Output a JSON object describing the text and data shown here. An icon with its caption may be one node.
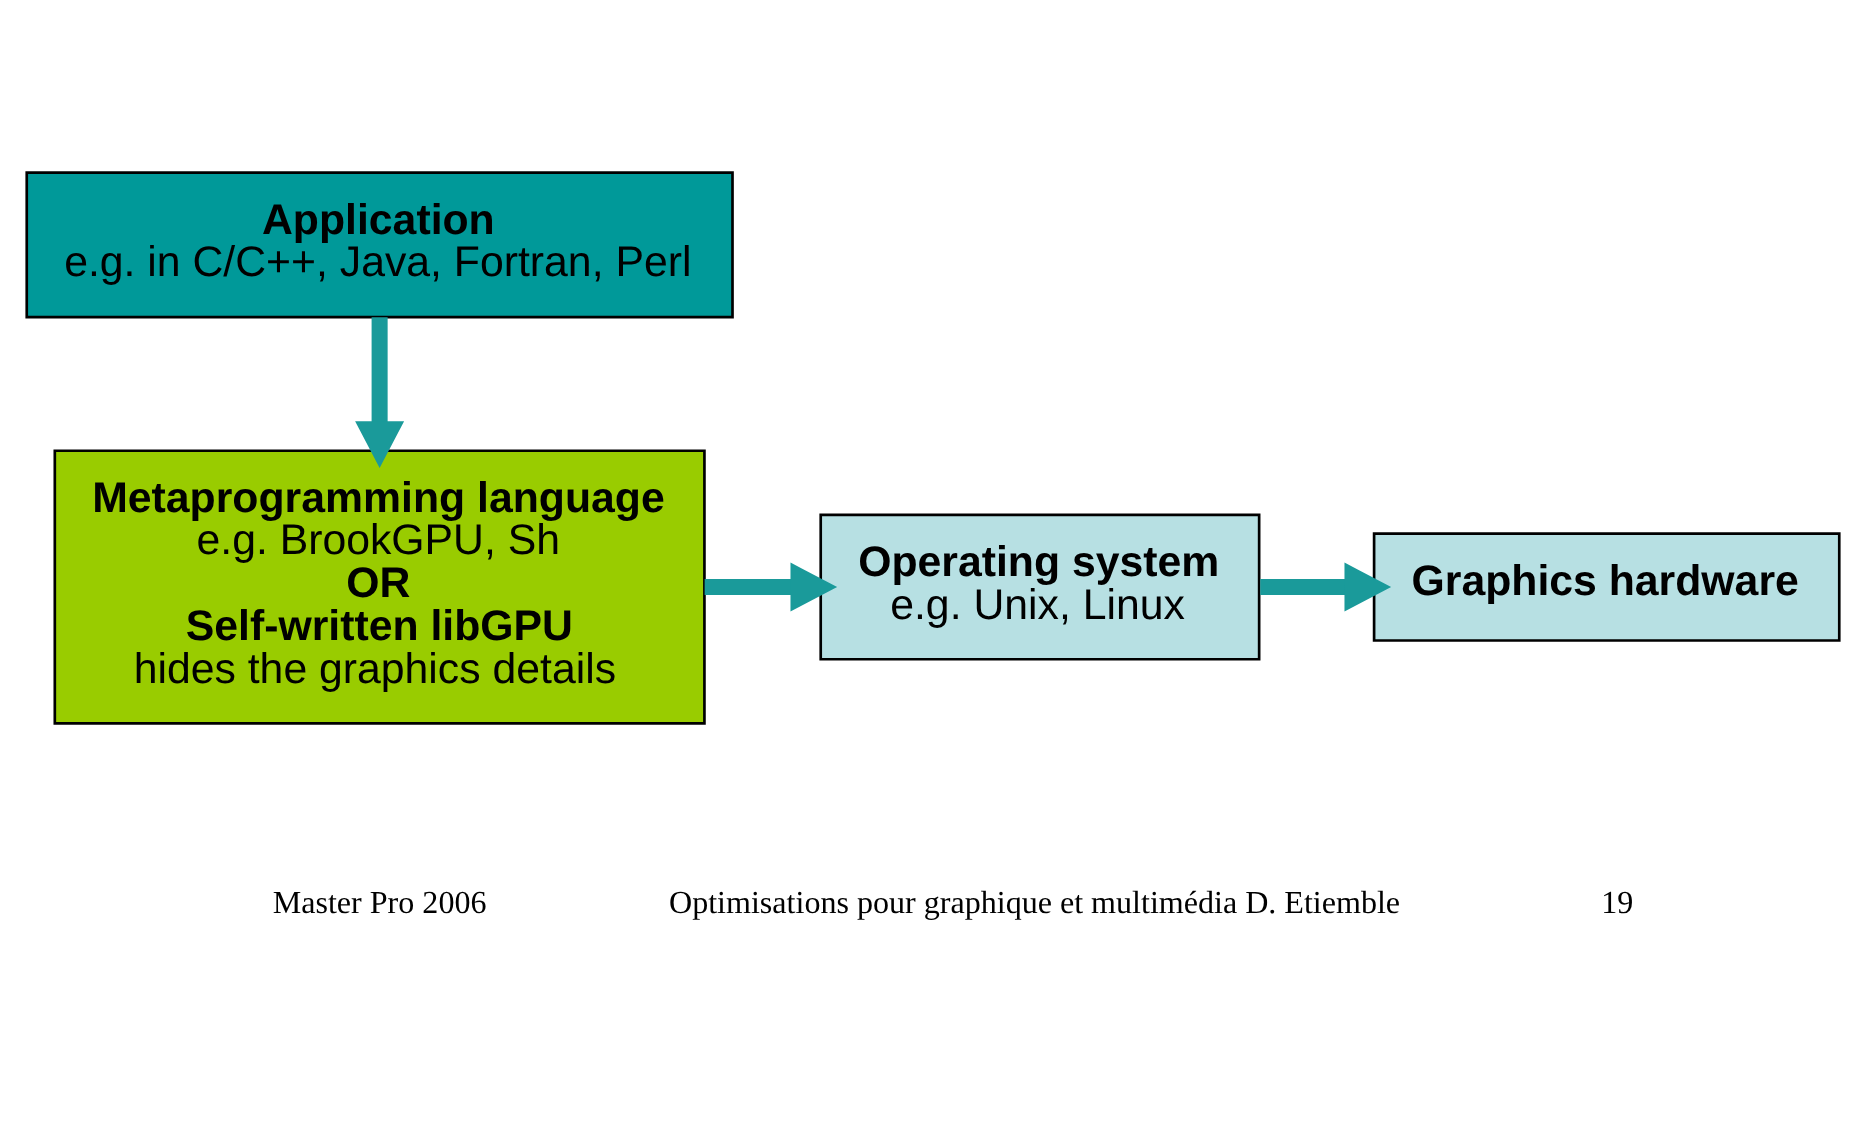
{
  "diagram": {
    "nodes": [
      {
        "text": [
          "Application",
          "e.g. in C/C++, Java, Fortran, Perl"
        ]
      },
      {
        "text": [
          "Metaprogramming language",
          "e.g. BrookGPU, Sh",
          "OR",
          "Self-written libGPU",
          "hides the graphics details"
        ]
      },
      {
        "text": [
          "Operating system",
          "e.g. Unix, Linux"
        ]
      },
      {
        "text": [
          "Graphics hardware"
        ]
      }
    ],
    "edges": [
      {
        "from": 0,
        "to": 1,
        "arrow": "to"
      },
      {
        "from": 1,
        "to": 2,
        "arrow": "to"
      },
      {
        "from": 2,
        "to": 3,
        "arrow": "to"
      }
    ],
    "labels": [
      "Master Pro 2006",
      "Optimisations pour graphique et multimédia D. Etiemble",
      "19"
    ]
  }
}
